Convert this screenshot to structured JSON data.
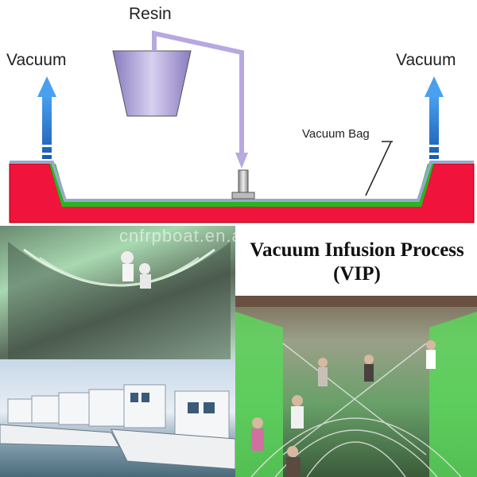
{
  "diagram": {
    "resin_label": "Resin",
    "vacuum_left_label": "Vacuum",
    "vacuum_right_label": "Vacuum",
    "vacuum_bag_label": "Vacuum Bag",
    "colors": {
      "mold": "#f0143c",
      "laminate": "#22b822",
      "bag": "#9aa8c8",
      "arrow": "#3a86d8",
      "resin_pipe": "#b8a8e0",
      "resin_pot": "#9888c8"
    }
  },
  "title": {
    "line1": "Vacuum Infusion Process",
    "line2": "(VIP)"
  },
  "watermark": "cnfrpboat.en.alibaba.com",
  "photos": [
    {
      "name": "boat-hull-mold-photo"
    },
    {
      "name": "finished-boats-photo"
    },
    {
      "name": "infusion-setup-photo"
    }
  ]
}
